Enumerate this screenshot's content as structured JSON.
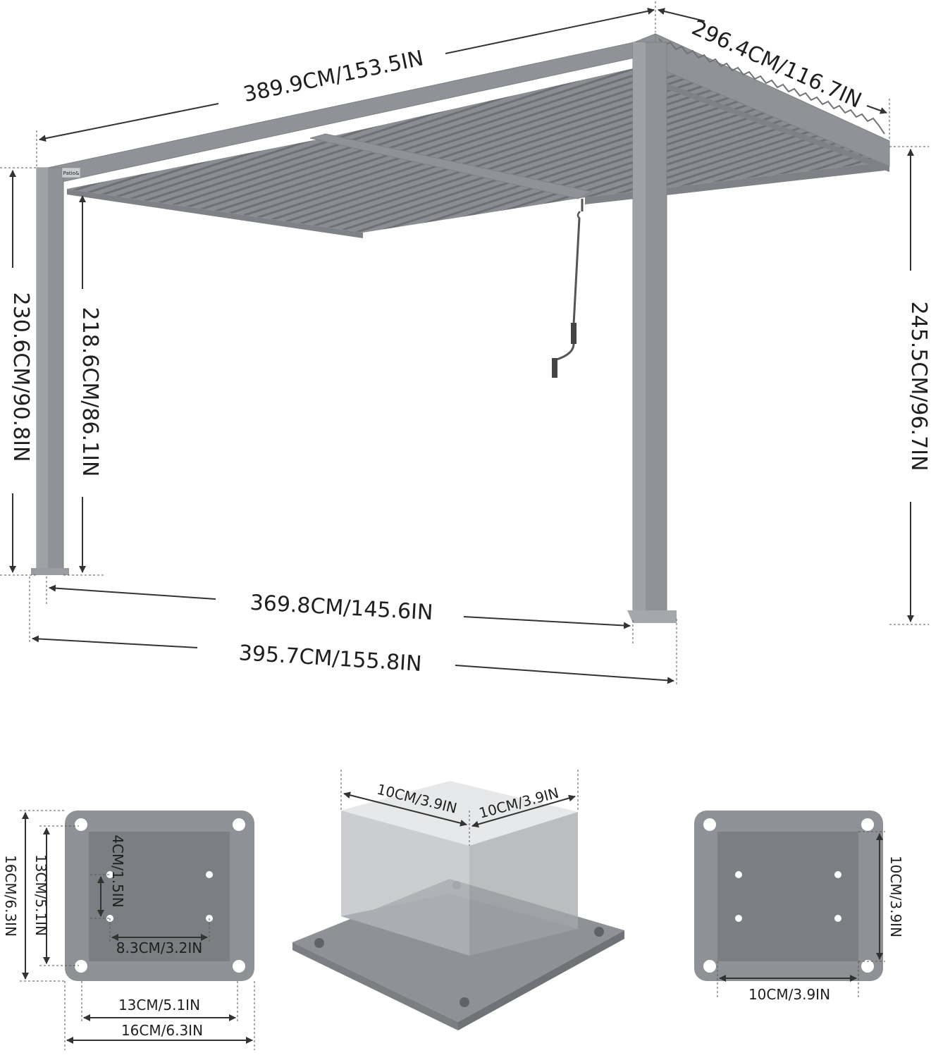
{
  "pergola": {
    "brand": "Patio&",
    "dims": {
      "top_length": "389.9CM/153.5IN",
      "top_width": "296.4CM/116.7IN",
      "left_outer_height": "230.6CM/90.8IN",
      "left_inner_height": "218.6CM/86.1IN",
      "right_height": "245.5CM/96.7IN",
      "inner_span": "369.8CM/145.6IN",
      "outer_span": "395.7CM/155.8IN"
    }
  },
  "base_plate_left": {
    "hole_spacing_v": "4CM/1.5IN",
    "hole_spacing_h": "8.3CM/3.2IN",
    "inner_height": "13CM/5.1IN",
    "outer_height": "16CM/6.3IN",
    "inner_width": "13CM/5.1IN",
    "outer_width": "16CM/6.3IN"
  },
  "post_3d": {
    "side_a": "10CM/3.9IN",
    "side_b": "10CM/3.9IN"
  },
  "base_plate_right": {
    "post_height": "10CM/3.9IN",
    "post_width": "10CM/3.9IN"
  }
}
